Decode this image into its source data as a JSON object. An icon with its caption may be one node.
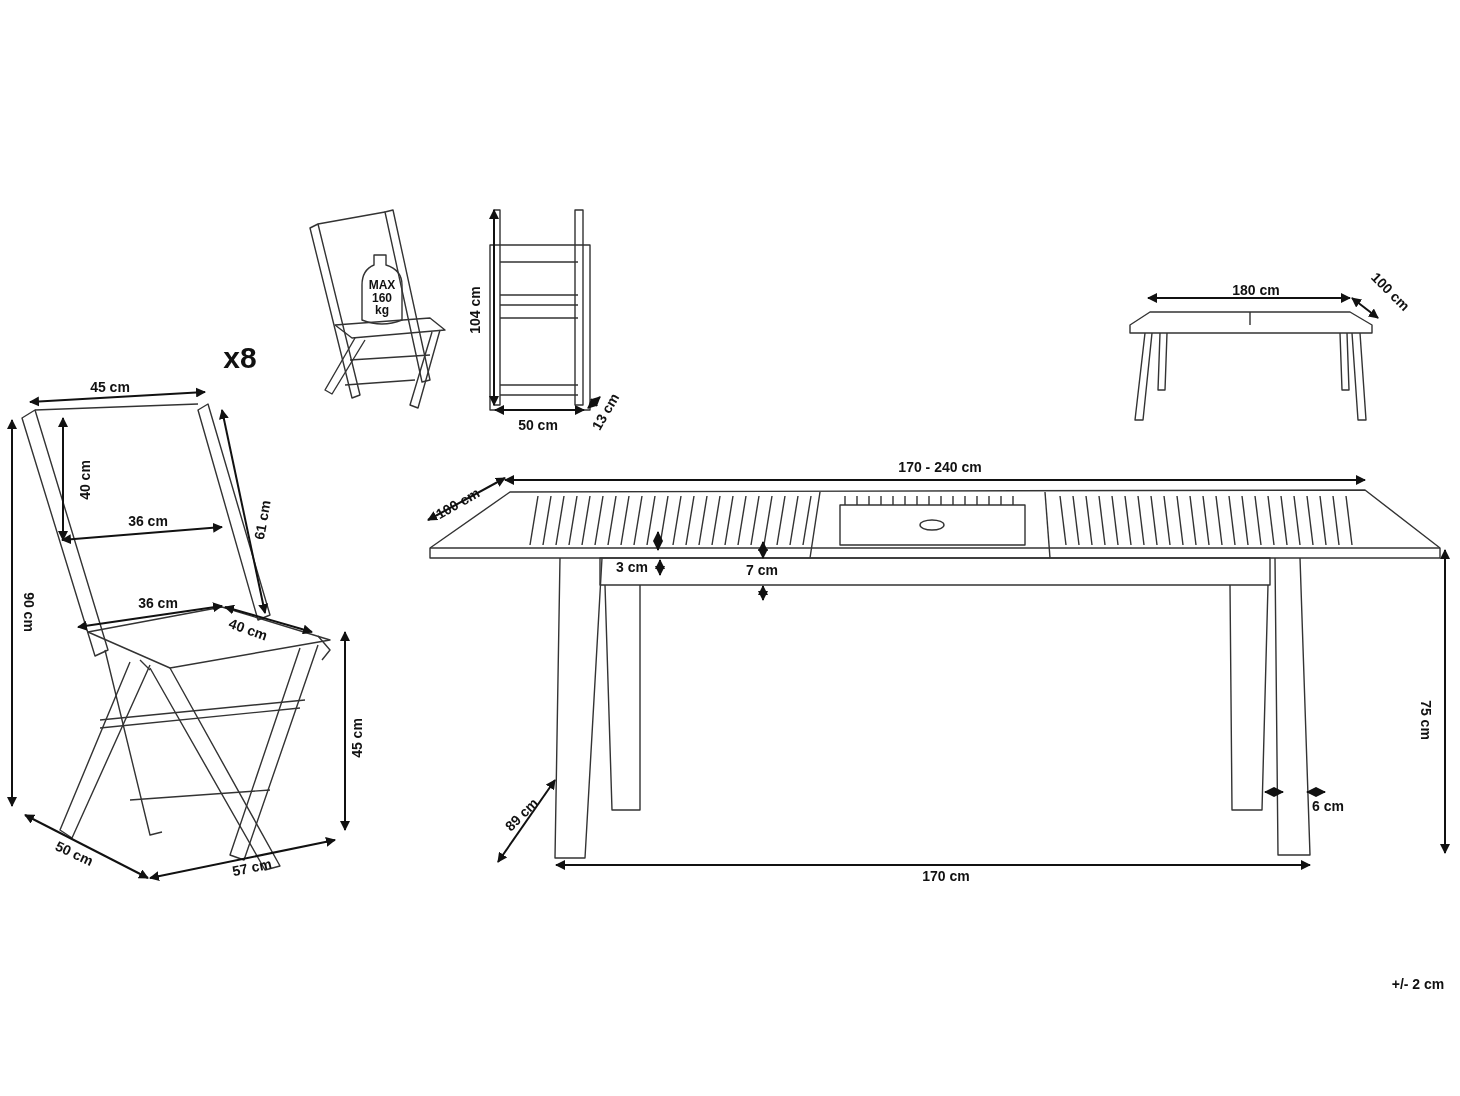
{
  "diagram": {
    "labels": [
      "MAX 160 kg",
      "104 cm",
      "180 cm",
      "100 cm",
      "x8",
      "45 cm",
      "50 cm",
      "13 cm",
      "170 - 240 cm",
      "100 cm",
      "40 cm",
      "36 cm",
      "61 cm",
      "3 cm",
      "7 cm",
      "36 cm",
      "40 cm",
      "90 cm",
      "45 cm",
      "75 cm",
      "89 cm",
      "6 cm",
      "50 cm",
      "57 cm",
      "170 cm",
      "+/- 2 cm"
    ]
  }
}
